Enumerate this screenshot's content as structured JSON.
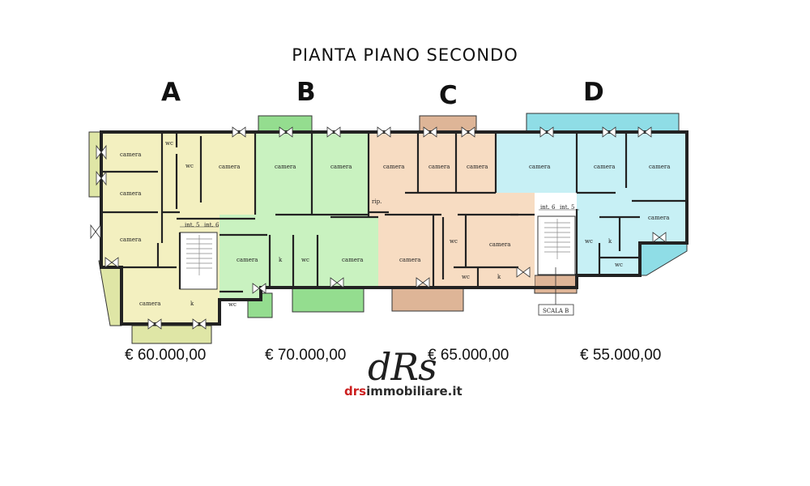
{
  "title": "PIANTA  PIANO SECONDO",
  "units": [
    {
      "letter": "A",
      "price": "€ 60.000,00",
      "color": "#f3f0c0"
    },
    {
      "letter": "B",
      "price": "€ 70.000,00",
      "color": "#c9f2c0"
    },
    {
      "letter": "C",
      "price": "€ 65.000,00",
      "color": "#f7dcc2"
    },
    {
      "letter": "D",
      "price": "€ 55.000,00",
      "color": "#c7f0f5"
    }
  ],
  "labels": {
    "camera": "camera",
    "wc": "wc",
    "k": "k",
    "rip": "rip.",
    "int5": "int. 5",
    "int6": "int. 6",
    "scala_b": "SCALA B"
  },
  "logo": {
    "mark": "dRs",
    "site_prefix": "drs",
    "site_rest": "immobiliare.it"
  }
}
